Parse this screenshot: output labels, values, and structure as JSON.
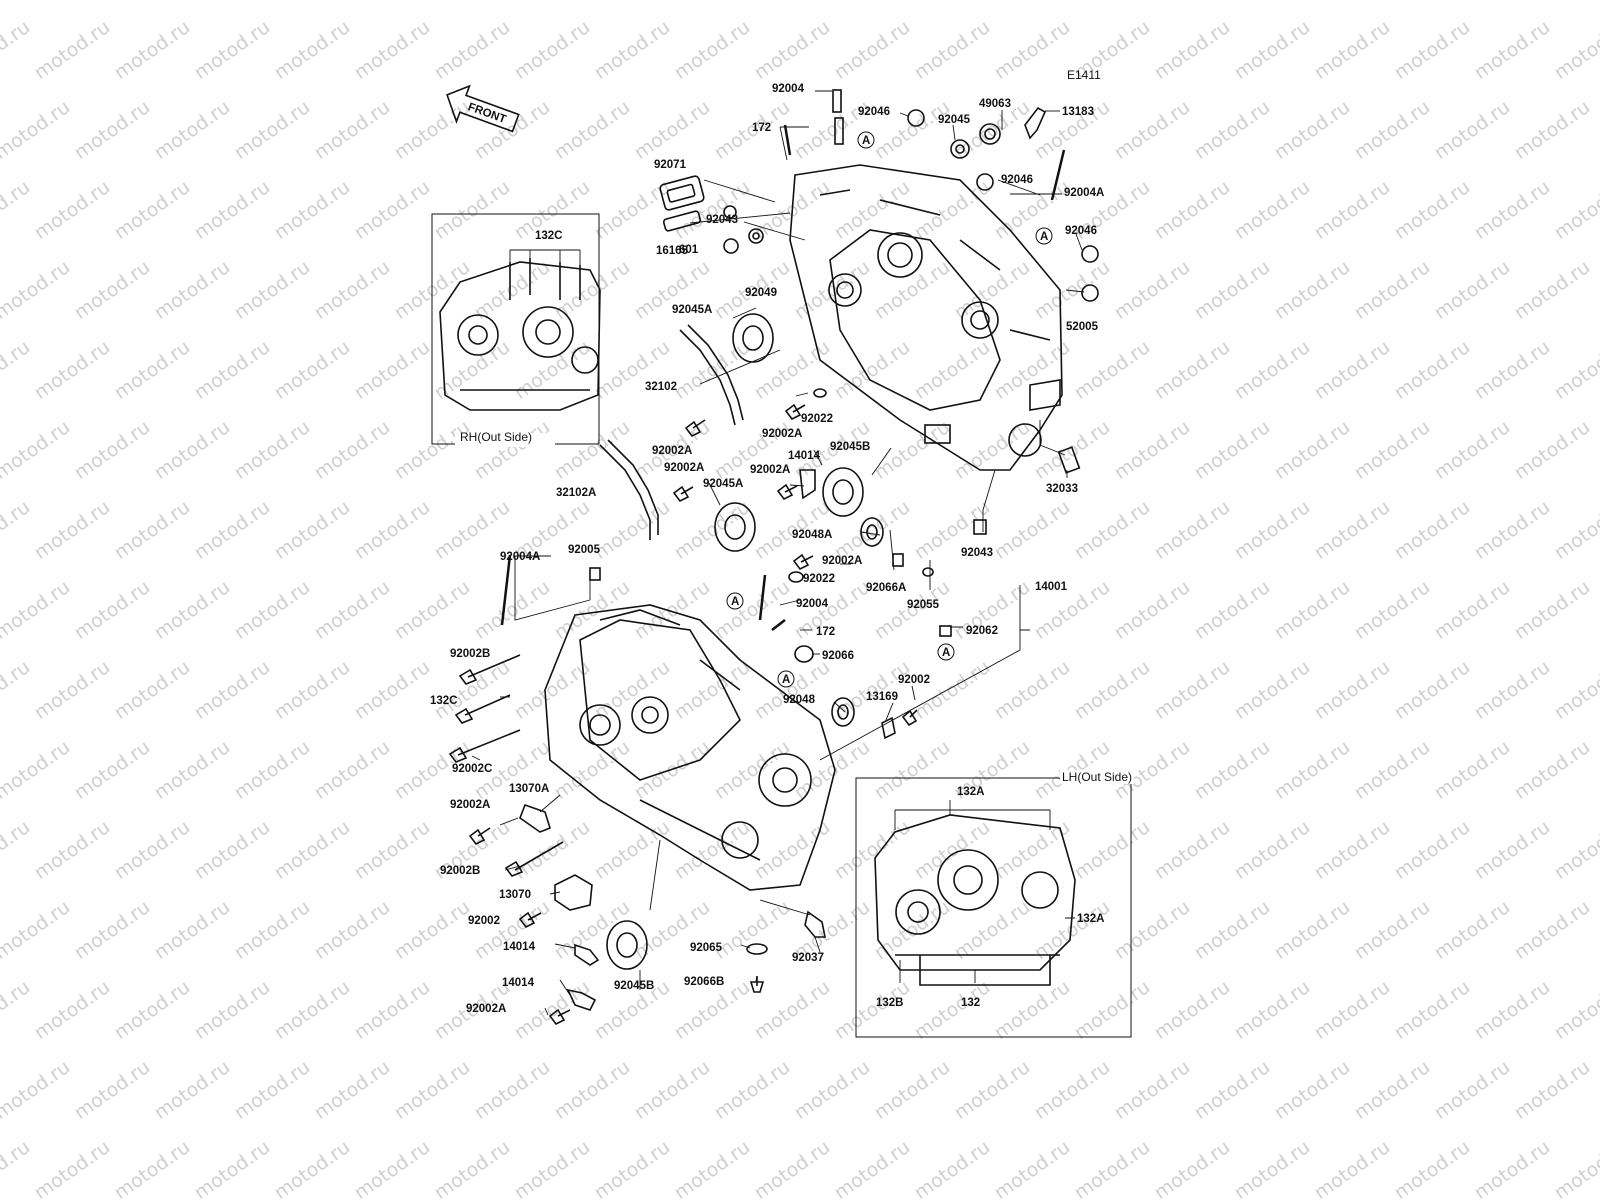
{
  "diagram": {
    "code": "E1411",
    "front_label": "FRONT",
    "watermark": "motod.ru",
    "rh_inset_title": "RH(Out Side)",
    "lh_inset_title": "LH(Out Side)",
    "circle_marker": "A"
  },
  "labels": {
    "l_92004_top": "92004",
    "l_92046_a": "92046",
    "l_49063": "49063",
    "l_13183": "13183",
    "l_172_top": "172",
    "l_92045": "92045",
    "l_92046_b": "92046",
    "l_92004A_r": "92004A",
    "l_92071": "92071",
    "l_92043_top": "92043",
    "l_16165": "16165",
    "l_92046_c": "92046",
    "l_601": "601",
    "l_92049": "92049",
    "l_52005": "52005",
    "l_92045A_top": "92045A",
    "l_32102": "32102",
    "l_92022_top": "92022",
    "l_92002A_1": "92002A",
    "l_92002A_2": "92002A",
    "l_14014_top": "14014",
    "l_92045B_top": "92045B",
    "l_32033": "32033",
    "l_92002A_3": "92002A",
    "l_92002A_4": "92002A",
    "l_32102A": "32102A",
    "l_92045A_mid": "92045A",
    "l_92048A": "92048A",
    "l_92043_mid": "92043",
    "l_92004A_l": "92004A",
    "l_92005": "92005",
    "l_92002A_5": "92002A",
    "l_92022_mid": "92022",
    "l_92066A": "92066A",
    "l_14001": "14001",
    "l_92004_mid": "92004",
    "l_92055": "92055",
    "l_172_mid": "172",
    "l_92062": "92062",
    "l_92002B_1": "92002B",
    "l_92066": "92066",
    "l_132C_main": "132C",
    "l_92048": "92048",
    "l_13169": "13169",
    "l_92002_r": "92002",
    "l_92002C": "92002C",
    "l_13070A": "13070A",
    "l_92002A_6": "92002A",
    "l_92002B_2": "92002B",
    "l_13070": "13070",
    "l_92002_l": "92002",
    "l_14014_a": "14014",
    "l_92045B_bot": "92045B",
    "l_92065": "92065",
    "l_92037": "92037",
    "l_14014_b": "14014",
    "l_92066B": "92066B",
    "l_92002A_7": "92002A",
    "l_132C_inset": "132C",
    "l_132A_top": "132A",
    "l_132A_side": "132A",
    "l_132B": "132B",
    "l_132": "132"
  }
}
